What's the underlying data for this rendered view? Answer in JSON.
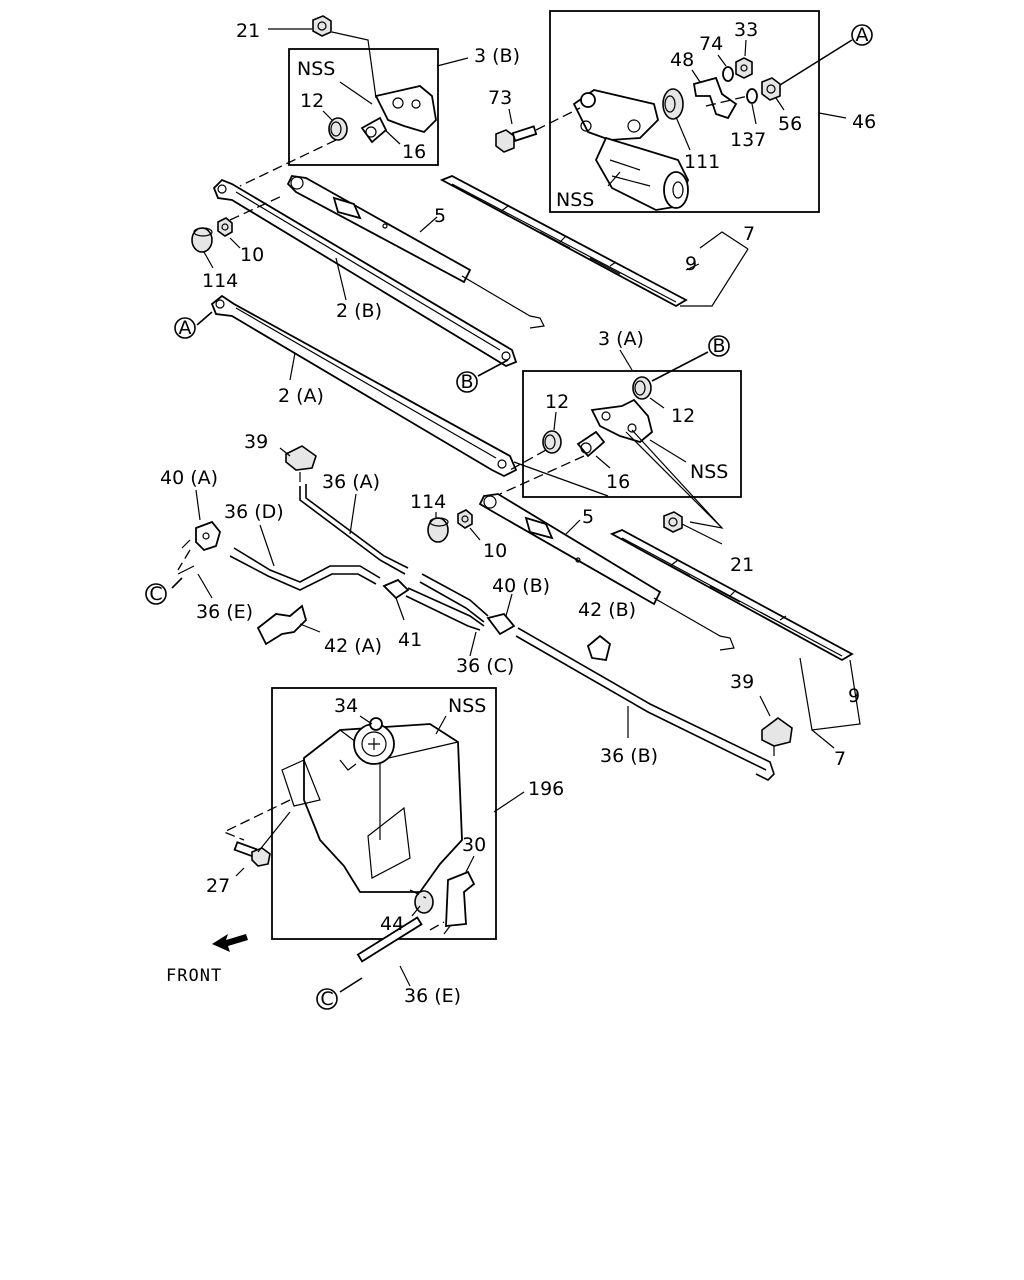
{
  "labels": {
    "p21_top": "21",
    "p3b": "3 (B)",
    "nss_3b": "NSS",
    "p12_3b": "12",
    "p16_3b": "16",
    "p73": "73",
    "p48": "48",
    "p74": "74",
    "p33": "33",
    "p56": "56",
    "p137": "137",
    "p111": "111",
    "p46": "46",
    "nss_motor": "NSS",
    "p5_top": "5",
    "p10_top": "10",
    "p114_top": "114",
    "p2b": "2 (B)",
    "p9_top": "9",
    "p7_top": "7",
    "p2a": "2 (A)",
    "p3a": "3 (A)",
    "p12a_left": "12",
    "p12a_right": "12",
    "nss_3a": "NSS",
    "p16_3a": "16",
    "p39_left": "39",
    "p40a": "40 (A)",
    "p36a": "36 (A)",
    "p36d": "36 (D)",
    "p114_mid": "114",
    "p10_mid": "10",
    "p5_mid": "5",
    "p21_mid": "21",
    "p36e_top": "36 (E)",
    "p42a": "42 (A)",
    "p41": "41",
    "p40b": "40 (B)",
    "p42b": "42 (B)",
    "p36c": "36 (C)",
    "p39_right": "39",
    "p9_bot": "9",
    "p7_bot": "7",
    "p34": "34",
    "nss_tank": "NSS",
    "p196": "196",
    "p36b": "36 (B)",
    "p30": "30",
    "p27": "27",
    "p44": "44",
    "front": "FRONT",
    "p36e_bot": "36 (E)"
  },
  "circles": {
    "a_top": "A",
    "a_left": "A",
    "b_top": "B",
    "b_mid": "B",
    "c_left": "C",
    "c_bot": "C"
  }
}
